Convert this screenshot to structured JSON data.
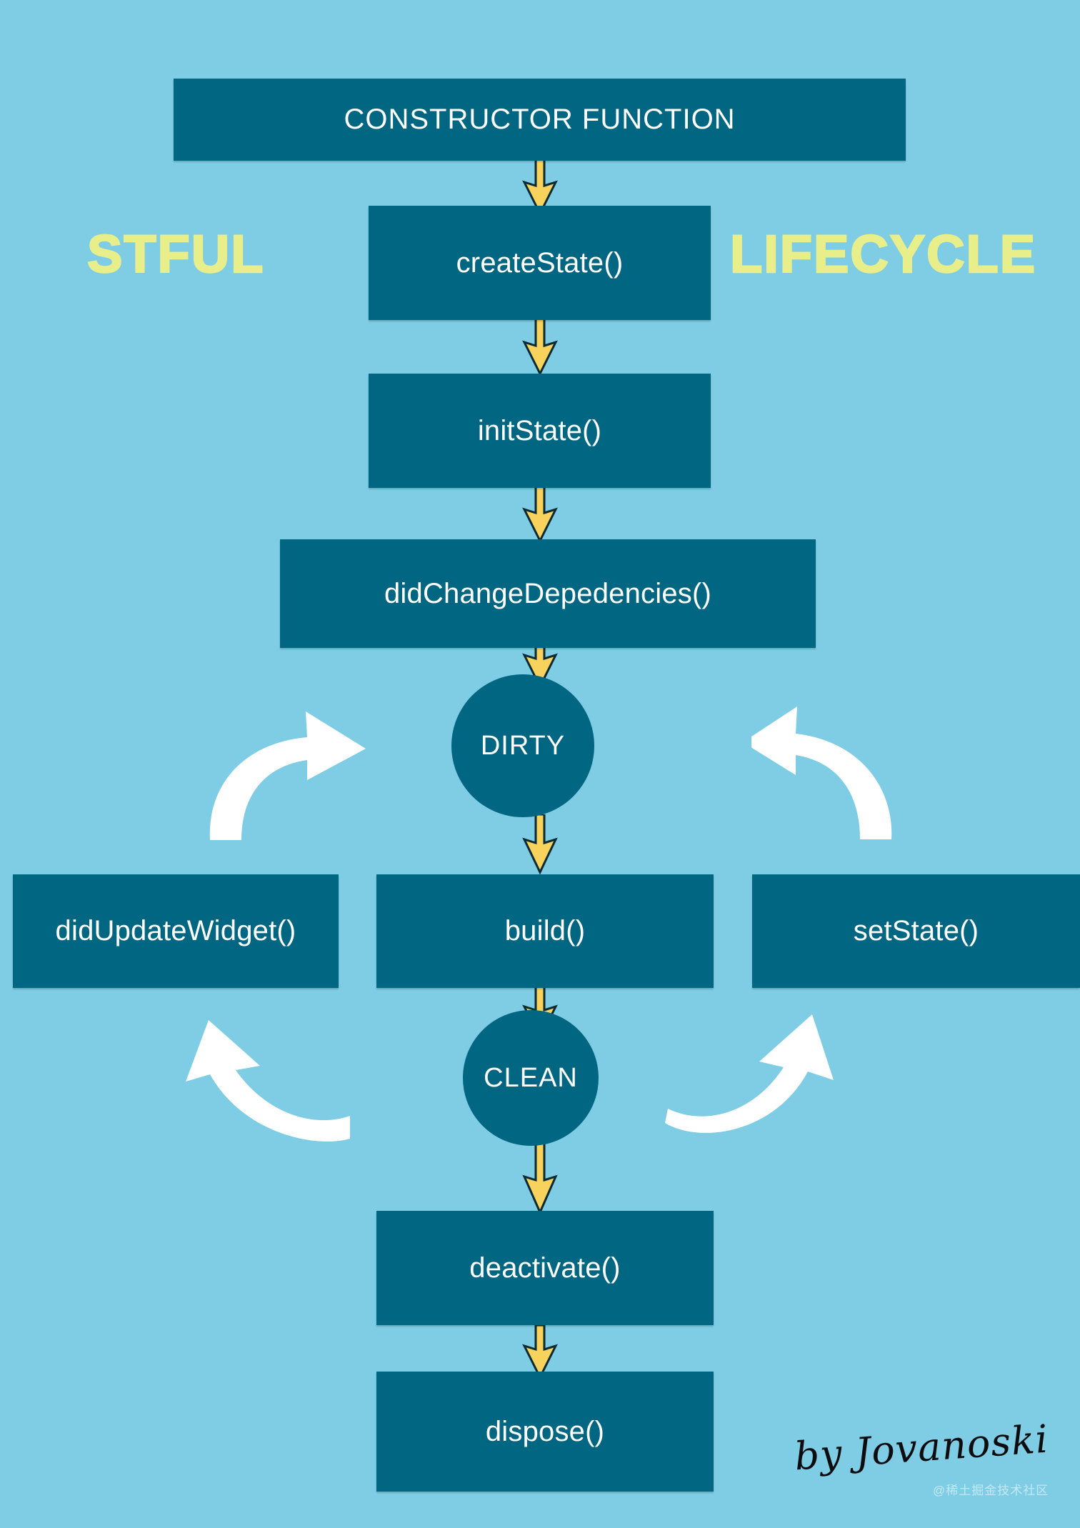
{
  "meta": {
    "title": "Flutter StatefulWidget Lifecycle Diagram",
    "background_color": "#7ecde5",
    "node_color": "#016681",
    "arrow_color": "#f7d35e",
    "curve_color": "#ffffff",
    "outline_text_color": "#e8ef8a",
    "node_text_color": "#ffffff"
  },
  "decorations": {
    "outline_word_left": "STFUL",
    "outline_word_right": "LIFECYCLE"
  },
  "nodes": {
    "constructor": "CONSTRUCTOR FUNCTION",
    "create_state": "createState()",
    "init_state": "initState()",
    "did_change_dependencies": "didChangeDepedencies()",
    "dirty": "DIRTY",
    "did_update_widget": "didUpdateWidget()",
    "build": "build()",
    "set_state": "setState()",
    "clean": "CLEAN",
    "deactivate": "deactivate()",
    "dispose": "dispose()"
  },
  "credits": {
    "signature": "by Jovanoski",
    "watermark": "@稀土掘金技术社区"
  },
  "chart_data": {
    "type": "diagram",
    "title": "Flutter StatefulWidget Lifecycle",
    "nodes": [
      {
        "id": "constructor",
        "label": "CONSTRUCTOR FUNCTION",
        "shape": "rect",
        "column": "center",
        "row": 1
      },
      {
        "id": "create_state",
        "label": "createState()",
        "shape": "rect",
        "column": "center",
        "row": 2
      },
      {
        "id": "init_state",
        "label": "initState()",
        "shape": "rect",
        "column": "center",
        "row": 3
      },
      {
        "id": "did_change_dependencies",
        "label": "didChangeDepedencies()",
        "shape": "rect",
        "column": "center",
        "row": 4
      },
      {
        "id": "dirty",
        "label": "DIRTY",
        "shape": "circle",
        "column": "center",
        "row": 5
      },
      {
        "id": "did_update_widget",
        "label": "didUpdateWidget()",
        "shape": "rect",
        "column": "left",
        "row": 6
      },
      {
        "id": "build",
        "label": "build()",
        "shape": "rect",
        "column": "center",
        "row": 6
      },
      {
        "id": "set_state",
        "label": "setState()",
        "shape": "rect",
        "column": "right",
        "row": 6
      },
      {
        "id": "clean",
        "label": "CLEAN",
        "shape": "circle",
        "column": "center",
        "row": 7
      },
      {
        "id": "deactivate",
        "label": "deactivate()",
        "shape": "rect",
        "column": "center",
        "row": 8
      },
      {
        "id": "dispose",
        "label": "dispose()",
        "shape": "rect",
        "column": "center",
        "row": 9
      }
    ],
    "edges": [
      {
        "from": "constructor",
        "to": "create_state",
        "style": "yellow-arrow-down"
      },
      {
        "from": "create_state",
        "to": "init_state",
        "style": "yellow-arrow-down"
      },
      {
        "from": "init_state",
        "to": "did_change_dependencies",
        "style": "yellow-arrow-down"
      },
      {
        "from": "did_change_dependencies",
        "to": "dirty",
        "style": "yellow-arrow-down"
      },
      {
        "from": "dirty",
        "to": "build",
        "style": "yellow-arrow-down"
      },
      {
        "from": "build",
        "to": "clean",
        "style": "yellow-arrow-down"
      },
      {
        "from": "clean",
        "to": "deactivate",
        "style": "yellow-arrow-down"
      },
      {
        "from": "deactivate",
        "to": "dispose",
        "style": "yellow-arrow-down"
      },
      {
        "from": "did_update_widget",
        "to": "dirty",
        "style": "white-curve-up-right"
      },
      {
        "from": "set_state",
        "to": "dirty",
        "style": "white-curve-up-left"
      },
      {
        "from": "clean",
        "to": "did_update_widget",
        "style": "white-curve-up-left"
      },
      {
        "from": "clean",
        "to": "set_state",
        "style": "white-curve-up-right"
      }
    ]
  }
}
